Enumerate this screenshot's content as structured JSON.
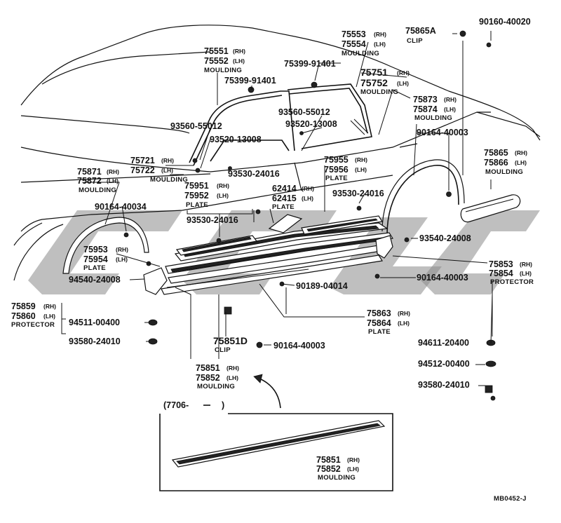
{
  "labels": {
    "l01": {
      "pn": "75551",
      "sfx": "(RH)",
      "pn2": "75552",
      "sfx2": "(LH)",
      "name": "MOULDING"
    },
    "l02": {
      "pn": "75399-91401"
    },
    "l03": {
      "pn": "75553",
      "sfx": "(RH)",
      "pn2": "75554",
      "sfx2": "(LH)",
      "name": "MOULDING"
    },
    "l04": {
      "pn": "75399-91401"
    },
    "l05": {
      "pn": "75751",
      "sfx": "(RH)",
      "pn2": "75752",
      "sfx2": "(LH)",
      "name": "MOULDING"
    },
    "l06": {
      "pn": "75865A",
      "name": "CLIP"
    },
    "l07": {
      "pn": "90160-40020"
    },
    "l08": {
      "pn": "93560-55012"
    },
    "l09": {
      "pn": "93520-13008"
    },
    "l10": {
      "pn": "93560-55012"
    },
    "l11": {
      "pn": "93520-13008"
    },
    "l12": {
      "pn": "75873",
      "sfx": "(RH)",
      "pn2": "75874",
      "sfx2": "(LH)",
      "name": "MOULDING"
    },
    "l13": {
      "pn": "90164-40003"
    },
    "l14": {
      "pn": "75721",
      "sfx": "(RH)",
      "pn2": "75722",
      "sfx2": "(LH)",
      "name": "MOULDING"
    },
    "l15": {
      "pn": "75871",
      "sfx": "(RH)",
      "pn2": "75872",
      "sfx2": "(LH)",
      "name": "MOULDING"
    },
    "l16": {
      "pn": "93530-24016"
    },
    "l17": {
      "pn": "75955",
      "sfx": "(RH)",
      "pn2": "75956",
      "sfx2": "(LH)",
      "name": "PLATE"
    },
    "l18": {
      "pn": "75865",
      "sfx": "(RH)",
      "pn2": "75866",
      "sfx2": "(LH)",
      "name": "MOULDING"
    },
    "l19": {
      "pn": "75951",
      "sfx": "(RH)",
      "pn2": "75952",
      "sfx2": "(LH)",
      "name": "PLATE"
    },
    "l20": {
      "pn": "62414",
      "sfx": "(RH)",
      "pn2": "62415",
      "sfx2": "(LH)",
      "name": "PLATE"
    },
    "l21": {
      "pn": "93530-24016"
    },
    "l22": {
      "pn": "90164-40034"
    },
    "l23": {
      "pn": "93530-24016"
    },
    "l24": {
      "pn": "93540-24008"
    },
    "l25": {
      "pn": "75953",
      "sfx": "(RH)",
      "pn2": "75954",
      "sfx2": "(LH)",
      "name": "PLATE"
    },
    "l26": {
      "pn": "75853",
      "sfx": "(RH)",
      "pn2": "75854",
      "sfx2": "(LH)",
      "name": "PROTECTOR"
    },
    "l27": {
      "pn": "90164-40003"
    },
    "l28": {
      "pn": "94540-24008"
    },
    "l29": {
      "pn": "90189-04014"
    },
    "l30": {
      "pn": "75859",
      "sfx": "(RH)",
      "pn2": "75860",
      "sfx2": "(LH)",
      "name": "PROTECTOR"
    },
    "l31": {
      "pn": "94511-00400"
    },
    "l32": {
      "pn": "75863",
      "sfx": "(RH)",
      "pn2": "75864",
      "sfx2": "(LH)",
      "name": "PLATE"
    },
    "l33": {
      "pn": "93580-24010"
    },
    "l34": {
      "pn": "75851D",
      "name": "CLIP"
    },
    "l35": {
      "pn": "90164-40003"
    },
    "l36": {
      "pn": "94611-20400"
    },
    "l37": {
      "pn": "75851",
      "sfx": "(RH)",
      "pn2": "75852",
      "sfx2": "(LH)",
      "name": "MOULDING"
    },
    "l38": {
      "pn": "94512-00400"
    },
    "l39": {
      "pn": "93580-24010"
    },
    "l40": {
      "pn": "(7706-"
    },
    "l41": {
      "pn": ")"
    },
    "l42": {
      "pn": "75851",
      "sfx": "(RH)",
      "pn2": "75852",
      "sfx2": "(LH)",
      "name": "MOULDING"
    },
    "l43": {
      "pn": "MB0452-J"
    }
  },
  "colors": {
    "ink": "#111111",
    "watermark": "#8a8a8a",
    "background": "#ffffff"
  }
}
